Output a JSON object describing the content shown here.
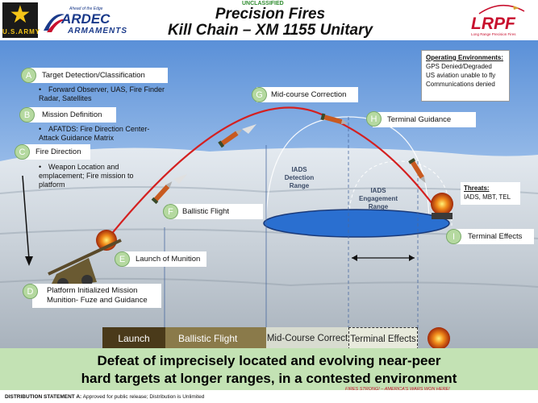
{
  "header": {
    "classification": "UNCLASSIFIED",
    "title_line1": "Precision Fires",
    "title_line2": "Kill Chain – XM 1155 Unitary",
    "army_logo_text": "U.S.ARMY",
    "ardec_tagline": "Ahead of the Edge",
    "ardec_name": "ARDEC",
    "ardec_sub": "ARMAMENTS",
    "lrpf_logo": "LRPF",
    "lrpf_tagline": "Long Range Precision Fires"
  },
  "steps": [
    {
      "letter": "A",
      "label": "Target Detection/Classification",
      "bullet": "Forward Observer, UAS, Fire Finder Radar, Satellites"
    },
    {
      "letter": "B",
      "label": "Mission Definition",
      "bullet": "AFATDS: Fire Direction Center- Attack Guidance Matrix"
    },
    {
      "letter": "C",
      "label": "Fire Direction",
      "bullet": "Weapon Location and emplacement; Fire mission to platform"
    },
    {
      "letter": "D",
      "label": "Platform Initialized Mission Munition- Fuze and Guidance"
    },
    {
      "letter": "E",
      "label": "Launch of Munition"
    },
    {
      "letter": "F",
      "label": "Ballistic Flight"
    },
    {
      "letter": "G",
      "label": "Mid-course Correction"
    },
    {
      "letter": "H",
      "label": "Terminal Guidance"
    },
    {
      "letter": "I",
      "label": "Terminal Effects"
    }
  ],
  "operating_env": {
    "title": "Operating Environments:",
    "items": [
      "GPS Denied/Degraded",
      "US aviation unable to fly",
      "Communications denied"
    ]
  },
  "threats": {
    "title": "Threats:",
    "text": "IADS, MBT, TEL"
  },
  "iads": {
    "detection": "IADS Detection Range",
    "engagement": "IADS Engagement Range"
  },
  "phases": [
    "Launch",
    "Ballistic Flight",
    "Mid-Course Correct",
    "Terminal Effects"
  ],
  "bottom": {
    "line1": "Defeat of imprecisely located and evolving near-peer",
    "line2": "hard targets at longer ranges, in a contested environment"
  },
  "footer": {
    "distribution_label": "DISTRIBUTION STATEMENT A:",
    "distribution_text": " Approved for public release; Distribution is Unlimited",
    "motto": "FIRES STRONG! – AMERICA'S WARS WON HERE!"
  },
  "colors": {
    "accent_green": "#b5d9a0",
    "trajectory_red": "#d42020",
    "iads_blue": "#2a6fd0",
    "lrpf_red": "#c8102e"
  }
}
